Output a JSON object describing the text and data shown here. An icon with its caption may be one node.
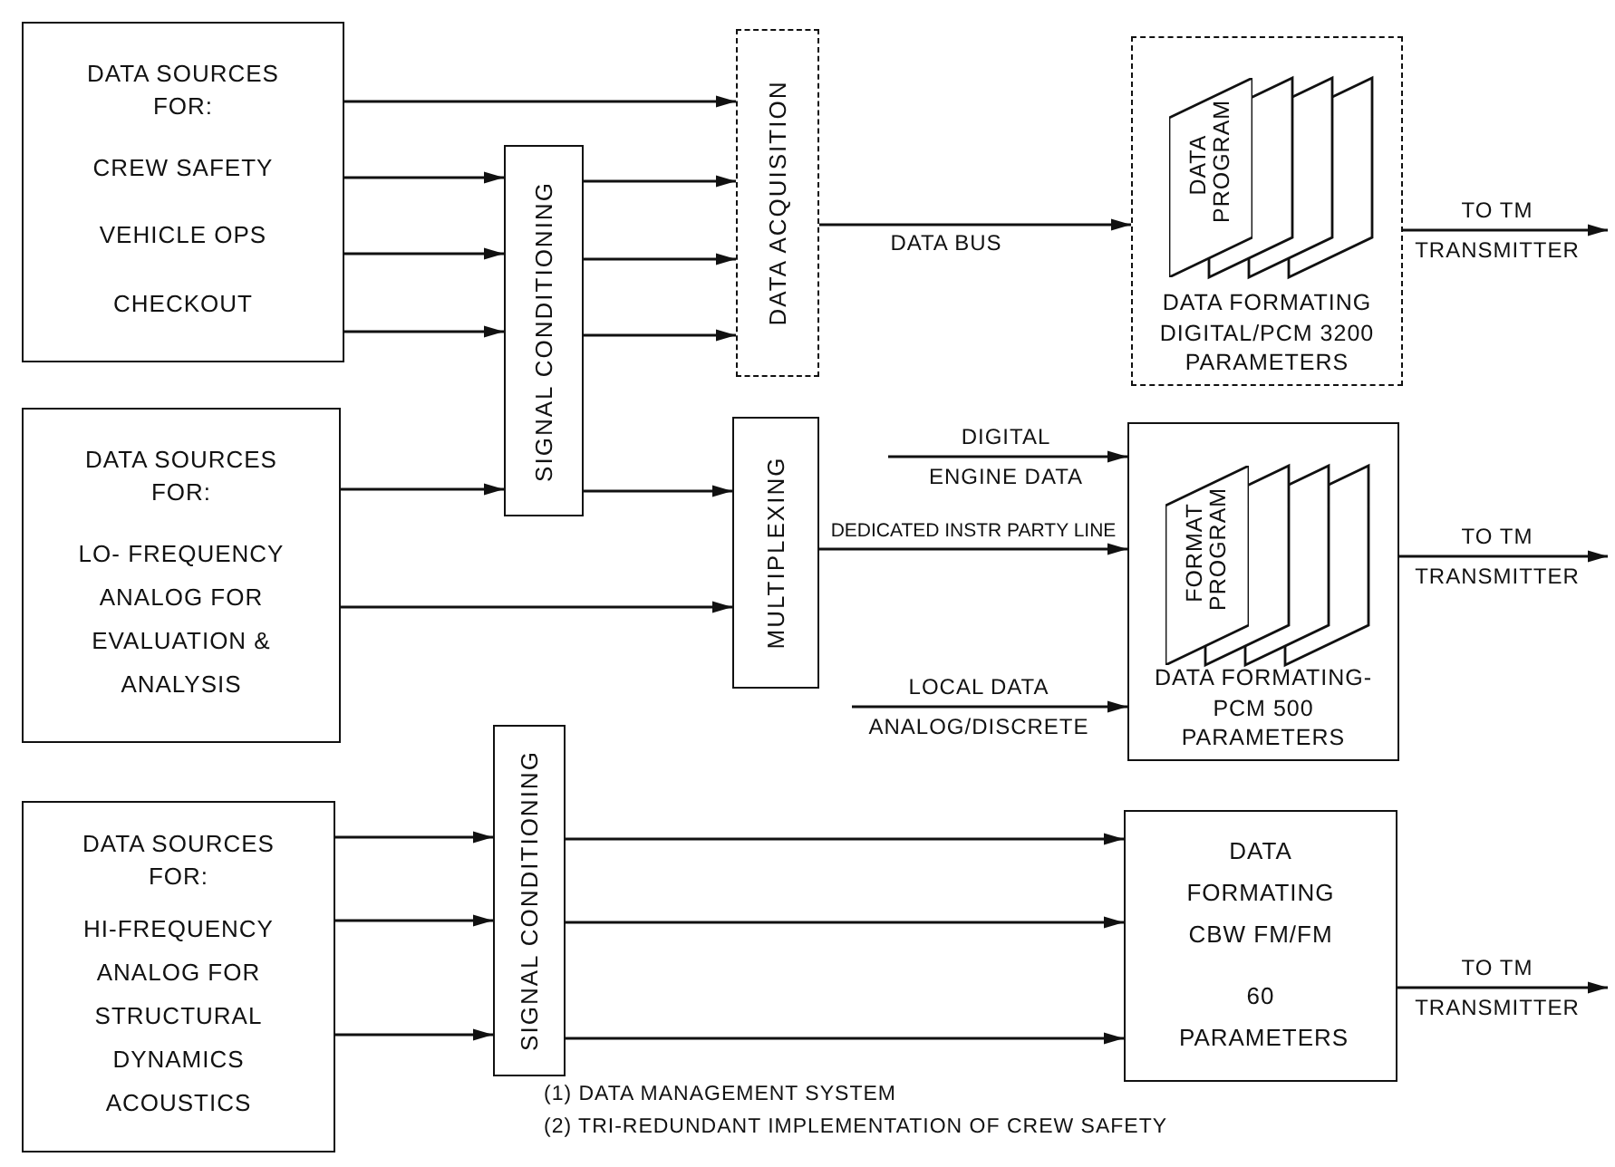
{
  "diagram": {
    "nodes": [
      {
        "text": [
          "DATA SOURCES FOR:",
          "CREW SAFETY",
          "VEHICLE OPS",
          "CHECKOUT"
        ]
      },
      {
        "text": [
          "SIGNAL CONDITIONING"
        ]
      },
      {
        "text": [
          "DATA ACQUISITION"
        ]
      },
      {
        "text": [
          "DATA FORMATING DIGITAL/PCM 3200 PARAMETERS"
        ]
      },
      {
        "text": [
          "DATA PROGRAM"
        ],
        "in": 3
      },
      {
        "text": [
          "DATA SOURCES FOR:",
          "LO- FREQUENCY ANALOG FOR EVALUATION & ANALYSIS"
        ]
      },
      {
        "text": [
          "MULTIPLEXING"
        ]
      },
      {
        "text": [
          "DATA FORMATING-PCM 500 PARAMETERS"
        ]
      },
      {
        "text": [
          "FORMAT PROGRAM"
        ],
        "in": 7
      },
      {
        "text": [
          "SIGNAL CONDITIONING"
        ]
      },
      {
        "text": [
          "DATA SOURCES FOR:",
          "HI-FREQUENCY ANALOG FOR STRUCTURAL DYNAMICS ACOUSTICS"
        ]
      },
      {
        "text": [
          "DATA FORMATING CBW FM/FM",
          "60 PARAMETERS"
        ]
      }
    ],
    "edges": [
      {
        "from": 0,
        "to": 2,
        "arrow": "to"
      },
      {
        "from": 0,
        "to": 1,
        "arrow": "to"
      },
      {
        "from": 0,
        "to": 1,
        "arrow": "to"
      },
      {
        "from": 0,
        "to": 1,
        "arrow": "to"
      },
      {
        "from": 1,
        "to": 2,
        "arrow": "to"
      },
      {
        "from": 1,
        "to": 2,
        "arrow": "to"
      },
      {
        "from": 1,
        "to": 2,
        "arrow": "to"
      },
      {
        "from": 2,
        "to": 3,
        "arrow": "to",
        "label": "DATA BUS"
      },
      {
        "from": 3,
        "to": null,
        "arrow": "to",
        "label": "TO TM TRANSMITTER"
      },
      {
        "from": 5,
        "to": 1,
        "arrow": "to"
      },
      {
        "from": 1,
        "to": 6,
        "arrow": "to"
      },
      {
        "from": 5,
        "to": 6,
        "arrow": "to"
      },
      {
        "from": null,
        "to": 7,
        "arrow": "to",
        "label": "DIGITAL ENGINE DATA"
      },
      {
        "from": 6,
        "to": 7,
        "arrow": "to",
        "label": "DEDICATED INSTR PARTY LINE"
      },
      {
        "from": null,
        "to": 7,
        "arrow": "to",
        "label": "LOCAL DATA ANALOG/DISCRETE"
      },
      {
        "from": 7,
        "to": null,
        "arrow": "to",
        "label": "TO TM TRANSMITTER"
      },
      {
        "from": 10,
        "to": 9,
        "arrow": "to"
      },
      {
        "from": 10,
        "to": 9,
        "arrow": "to"
      },
      {
        "from": 10,
        "to": 9,
        "arrow": "to"
      },
      {
        "from": 9,
        "to": 11,
        "arrow": "to"
      },
      {
        "from": 9,
        "to": 11,
        "arrow": "to"
      },
      {
        "from": 9,
        "to": 11,
        "arrow": "to"
      },
      {
        "from": 11,
        "to": null,
        "arrow": "to",
        "label": "TO TM TRANSMITTER"
      }
    ],
    "labels": [
      "(1) DATA MANAGEMENT SYSTEM",
      "(2) TRI-REDUNDANT IMPLEMENTATION OF CREW SAFETY"
    ]
  }
}
